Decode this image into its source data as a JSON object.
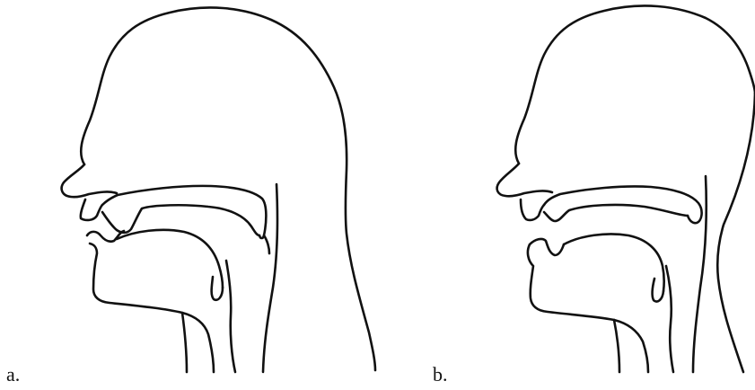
{
  "figure": {
    "panels": [
      {
        "id": "a",
        "label": "a.",
        "articulation": "lips-closed"
      },
      {
        "id": "b",
        "label": "b.",
        "articulation": "lips-open"
      }
    ]
  },
  "colors": {
    "line": "#111111",
    "background": "#ffffff"
  }
}
